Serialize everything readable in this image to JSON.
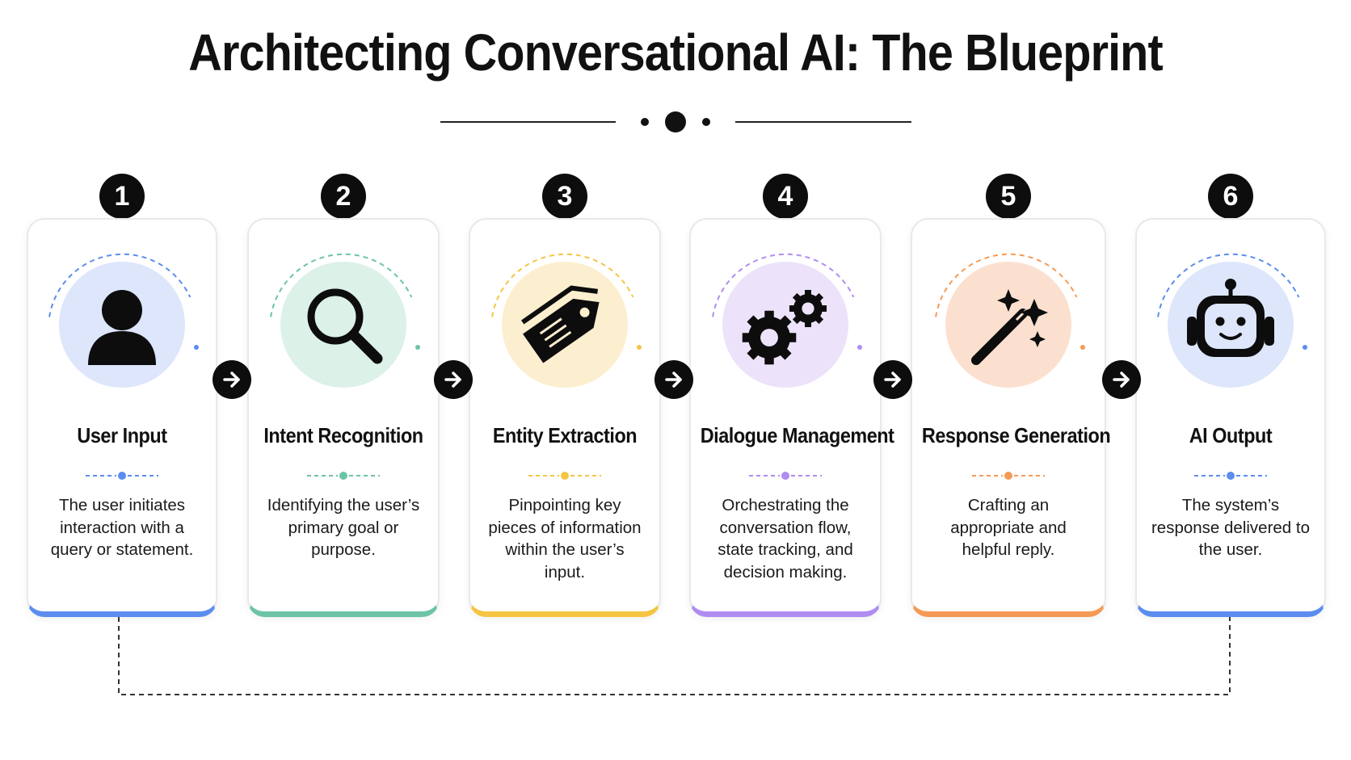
{
  "title": "Architecting Conversational AI: The Blueprint",
  "stages": [
    {
      "number": "1",
      "title": "User Input",
      "description": "The user initiates interaction with a query or statement.",
      "icon": "user-icon",
      "accent": "#5b8def",
      "tint": "#dde6fb"
    },
    {
      "number": "2",
      "title": "Intent Recognition",
      "description": "Identifying the user’s primary goal or purpose.",
      "icon": "magnifier-icon",
      "accent": "#6cc3a6",
      "tint": "#dcf1e8"
    },
    {
      "number": "3",
      "title": "Entity Extraction",
      "description": "Pinpointing key pieces of information within the user’s input.",
      "icon": "tag-icon",
      "accent": "#f5c542",
      "tint": "#fcefcf"
    },
    {
      "number": "4",
      "title": "Dialogue Management",
      "description": "Orchestrating the conversation flow, state tracking, and decision making.",
      "icon": "gears-icon",
      "accent": "#b08cf0",
      "tint": "#ece3fb"
    },
    {
      "number": "5",
      "title": "Response Generation",
      "description": "Crafting an appropriate and helpful reply.",
      "icon": "magic-wand-icon",
      "accent": "#f59a55",
      "tint": "#fce0cf"
    },
    {
      "number": "6",
      "title": "AI Output",
      "description": "The system’s response delivered to the user.",
      "icon": "robot-icon",
      "accent": "#5b8def",
      "tint": "#dde6fb"
    }
  ]
}
